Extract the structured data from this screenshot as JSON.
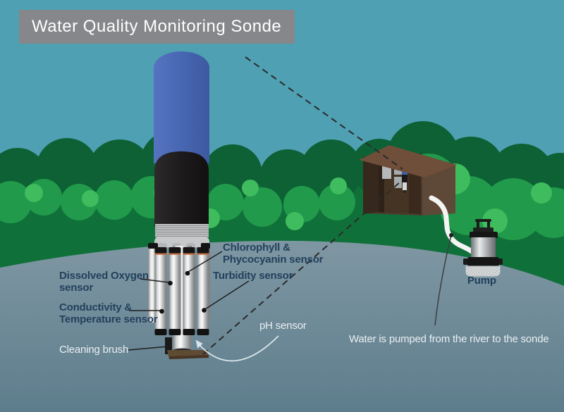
{
  "title": "Water Quality Monitoring Sonde",
  "labels": {
    "chlorophyll": "Chlorophyll &\nPhycocyanin sensor",
    "turbidity": "Turbidity sensor",
    "dissolved_oxygen": "Dissolved Oxygen\nsensor",
    "conductivity": "Conductivity &\nTemperature sensor",
    "ph": "pH sensor",
    "cleaning_brush": "Cleaning brush",
    "pump": "Pump"
  },
  "caption": "Water is pumped from the river to the sonde",
  "colors": {
    "sky": "#4FA0B3",
    "title_bar": "#85878A",
    "title_text": "#FFFFFF",
    "water_top": "#7F97A3",
    "water_bottom": "#5E7D8C",
    "tree_dark": "#0D6134",
    "tree_mid": "#219A4B",
    "tree_light": "#3FBC5D",
    "tree_base": "#10703A",
    "sonde_blue": "#4968B4",
    "sonde_black": "#1A1A1C",
    "collar_gray": "#C2C4C6",
    "tube_silver": "#D9DBDB",
    "tube_ring_orange": "#C06A3C",
    "label_dark": "#23405C",
    "label_light": "#E9EFF2",
    "shed_front": "#4C3A2D",
    "shed_side": "#5E4939",
    "shed_roof": "#6F4E3A",
    "shed_door": "#37281D",
    "hose": "#F4F4F2",
    "brush_brown": "#5F4A33",
    "dashed_line": "#2B2B2B"
  }
}
